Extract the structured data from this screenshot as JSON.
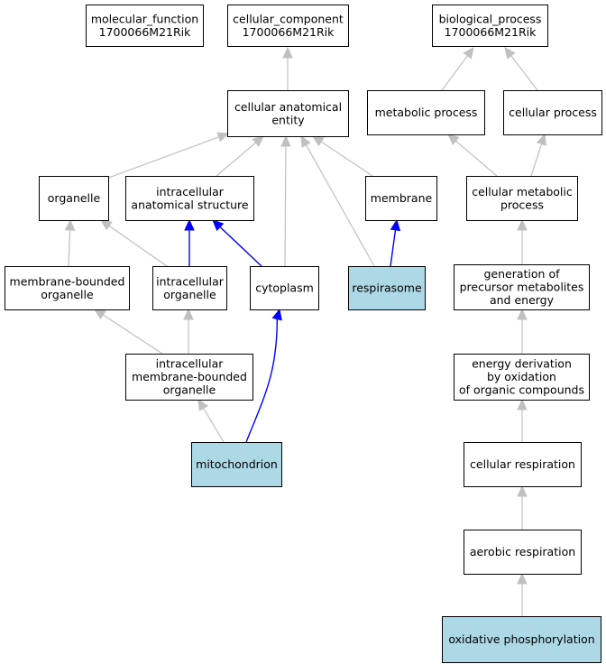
{
  "colors": {
    "highlight_fill": "#add8e6",
    "default_fill": "#ffffff",
    "gray_edge": "#c0c0c0",
    "blue_edge": "#0000ff"
  },
  "nodes": {
    "molecular_function": {
      "lines": [
        "molecular_function",
        "1700066M21Rik"
      ]
    },
    "cellular_component": {
      "lines": [
        "cellular_component",
        "1700066M21Rik"
      ]
    },
    "biological_process": {
      "lines": [
        "biological_process",
        "1700066M21Rik"
      ]
    },
    "cellular_anatomical_entity": {
      "lines": [
        "cellular anatomical",
        "entity"
      ]
    },
    "metabolic_process": {
      "lines": [
        "metabolic process"
      ]
    },
    "cellular_process": {
      "lines": [
        "cellular process"
      ]
    },
    "organelle": {
      "lines": [
        "organelle"
      ]
    },
    "intracellular_anatomical_structure": {
      "lines": [
        "intracellular",
        "anatomical structure"
      ]
    },
    "membrane": {
      "lines": [
        "membrane"
      ]
    },
    "cellular_metabolic_process": {
      "lines": [
        "cellular metabolic",
        "process"
      ]
    },
    "membrane_bounded_organelle": {
      "lines": [
        "membrane-bounded",
        "organelle"
      ]
    },
    "intracellular_organelle": {
      "lines": [
        "intracellular",
        "organelle"
      ]
    },
    "cytoplasm": {
      "lines": [
        "cytoplasm"
      ]
    },
    "respirasome": {
      "lines": [
        "respirasome"
      ]
    },
    "generation_of_precursor": {
      "lines": [
        "generation of",
        "precursor metabolites",
        "and energy"
      ]
    },
    "intracellular_membrane_bounded_organelle": {
      "lines": [
        "intracellular",
        "membrane-bounded",
        "organelle"
      ]
    },
    "energy_derivation": {
      "lines": [
        "energy derivation",
        "by oxidation",
        "of organic compounds"
      ]
    },
    "mitochondrion": {
      "lines": [
        "mitochondrion"
      ]
    },
    "cellular_respiration": {
      "lines": [
        "cellular respiration"
      ]
    },
    "aerobic_respiration": {
      "lines": [
        "aerobic respiration"
      ]
    },
    "oxidative_phosphorylation": {
      "lines": [
        "oxidative phosphorylation"
      ]
    }
  },
  "highlighted": [
    "respirasome",
    "mitochondrion",
    "oxidative_phosphorylation"
  ],
  "edges": [
    {
      "from": "cellular_anatomical_entity",
      "to": "cellular_component",
      "color": "gray"
    },
    {
      "from": "metabolic_process",
      "to": "biological_process",
      "color": "gray"
    },
    {
      "from": "cellular_process",
      "to": "biological_process",
      "color": "gray"
    },
    {
      "from": "organelle",
      "to": "cellular_anatomical_entity",
      "color": "gray"
    },
    {
      "from": "intracellular_anatomical_structure",
      "to": "cellular_anatomical_entity",
      "color": "gray"
    },
    {
      "from": "cytoplasm",
      "to": "cellular_anatomical_entity",
      "color": "gray"
    },
    {
      "from": "respirasome",
      "to": "cellular_anatomical_entity",
      "color": "gray"
    },
    {
      "from": "membrane",
      "to": "cellular_anatomical_entity",
      "color": "gray"
    },
    {
      "from": "cellular_metabolic_process",
      "to": "metabolic_process",
      "color": "gray"
    },
    {
      "from": "cellular_metabolic_process",
      "to": "cellular_process",
      "color": "gray"
    },
    {
      "from": "membrane_bounded_organelle",
      "to": "organelle",
      "color": "gray"
    },
    {
      "from": "intracellular_organelle",
      "to": "organelle",
      "color": "gray"
    },
    {
      "from": "intracellular_organelle",
      "to": "intracellular_anatomical_structure",
      "color": "blue"
    },
    {
      "from": "cytoplasm",
      "to": "intracellular_anatomical_structure",
      "color": "blue"
    },
    {
      "from": "respirasome",
      "to": "membrane",
      "color": "blue"
    },
    {
      "from": "generation_of_precursor",
      "to": "cellular_metabolic_process",
      "color": "gray"
    },
    {
      "from": "intracellular_membrane_bounded_organelle",
      "to": "membrane_bounded_organelle",
      "color": "gray"
    },
    {
      "from": "intracellular_membrane_bounded_organelle",
      "to": "intracellular_organelle",
      "color": "gray"
    },
    {
      "from": "energy_derivation",
      "to": "generation_of_precursor",
      "color": "gray"
    },
    {
      "from": "mitochondrion",
      "to": "intracellular_membrane_bounded_organelle",
      "color": "gray"
    },
    {
      "from": "mitochondrion",
      "to": "cytoplasm",
      "color": "blue"
    },
    {
      "from": "cellular_respiration",
      "to": "energy_derivation",
      "color": "gray"
    },
    {
      "from": "aerobic_respiration",
      "to": "cellular_respiration",
      "color": "gray"
    },
    {
      "from": "oxidative_phosphorylation",
      "to": "aerobic_respiration",
      "color": "gray"
    }
  ]
}
